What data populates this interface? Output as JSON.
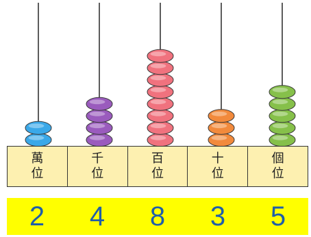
{
  "columns": [
    {
      "place_line1": "萬",
      "place_line2": "位",
      "digit": "2",
      "beads": 2,
      "bead_color": "#3aa8e8"
    },
    {
      "place_line1": "千",
      "place_line2": "位",
      "digit": "4",
      "beads": 4,
      "bead_color": "#9a5bbd"
    },
    {
      "place_line1": "百",
      "place_line2": "位",
      "digit": "8",
      "beads": 8,
      "bead_color": "#f0727e"
    },
    {
      "place_line1": "十",
      "place_line2": "位",
      "digit": "3",
      "beads": 3,
      "bead_color": "#f28a3c"
    },
    {
      "place_line1": "個",
      "place_line2": "位",
      "digit": "5",
      "beads": 5,
      "bead_color": "#86c04a"
    }
  ]
}
